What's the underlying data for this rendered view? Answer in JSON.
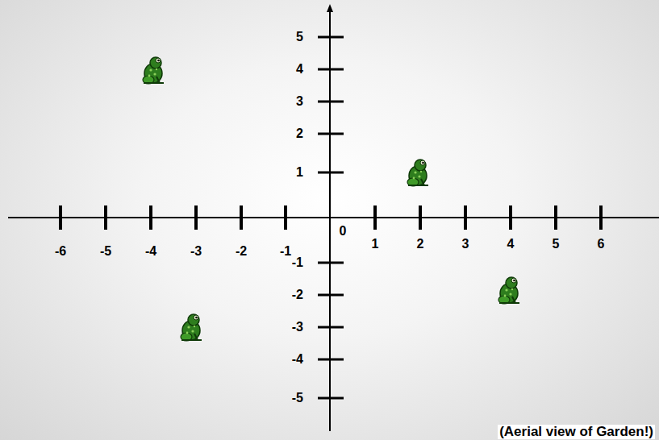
{
  "diagram": {
    "labels": [
      "5",
      "4",
      "3",
      "2",
      "1",
      "-6",
      "-5",
      "-4",
      "-3",
      "-2",
      "-1",
      "0",
      "1",
      "2",
      "3",
      "4",
      "5",
      "6",
      "-1",
      "-2",
      "-3",
      "-4",
      "-5",
      "(Aerial view of Garden!)"
    ]
  }
}
